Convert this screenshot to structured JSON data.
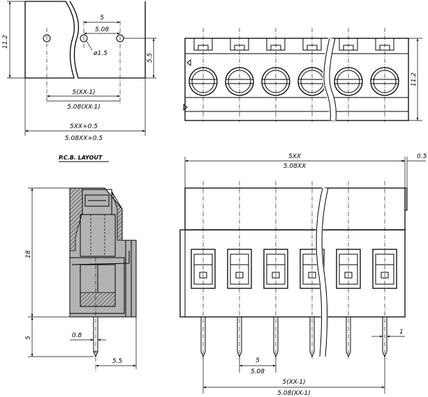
{
  "title": "P.C.B. LAYOUT",
  "pcb": {
    "height": "11.2",
    "pitch_a": "5",
    "pitch_b": "5.08",
    "hole": "ø1.5",
    "row": "5.5",
    "span_a": "5(XX-1)",
    "span_b": "5.08(XX-1)",
    "width_a": "5XX+0.5",
    "width_b": "5.08XX+0.5"
  },
  "top_view": {
    "height": "11.2",
    "positions": 6
  },
  "side_view": {
    "height": "18",
    "pin_len": "5",
    "pin_w": "0.8",
    "offset": "5.5"
  },
  "front_view": {
    "total_a": "5XX",
    "total_b": "5.08XX",
    "overhang": "0.5",
    "pitch_a": "5",
    "pitch_b": "5.08",
    "pin_w": "1",
    "span_a": "5(XX-1)",
    "span_b": "5.08(XX-1)",
    "positions": 6
  }
}
